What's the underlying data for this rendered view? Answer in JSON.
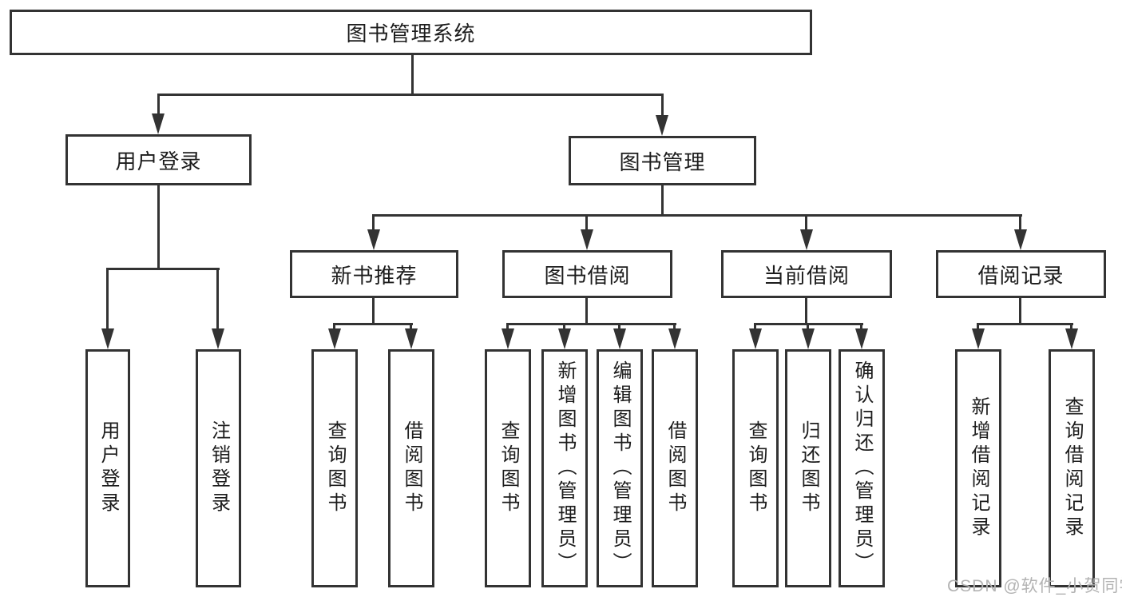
{
  "tree": {
    "root": "图书管理系统",
    "children": [
      {
        "label": "用户登录",
        "children": [
          {
            "label": "用户登录"
          },
          {
            "label": "注销登录"
          }
        ]
      },
      {
        "label": "图书管理",
        "children": [
          {
            "label": "新书推荐",
            "children": [
              {
                "label": "查询图书"
              },
              {
                "label": "借阅图书"
              }
            ]
          },
          {
            "label": "图书借阅",
            "children": [
              {
                "label": "查询图书"
              },
              {
                "label": "新增图书（管理员）"
              },
              {
                "label": "编辑图书（管理员）"
              },
              {
                "label": "借阅图书"
              }
            ]
          },
          {
            "label": "当前借阅",
            "children": [
              {
                "label": "查询图书"
              },
              {
                "label": "归还图书"
              },
              {
                "label": "确认归还（管理员）"
              }
            ]
          },
          {
            "label": "借阅记录",
            "children": [
              {
                "label": "新增借阅记录"
              },
              {
                "label": "查询借阅记录"
              }
            ]
          }
        ]
      }
    ]
  },
  "watermark": "CSDN @软件_小贺同学",
  "colors": {
    "line": "#333333",
    "text": "#1c1c1c",
    "watermark": "#b3b3b3",
    "background": "#ffffff"
  }
}
